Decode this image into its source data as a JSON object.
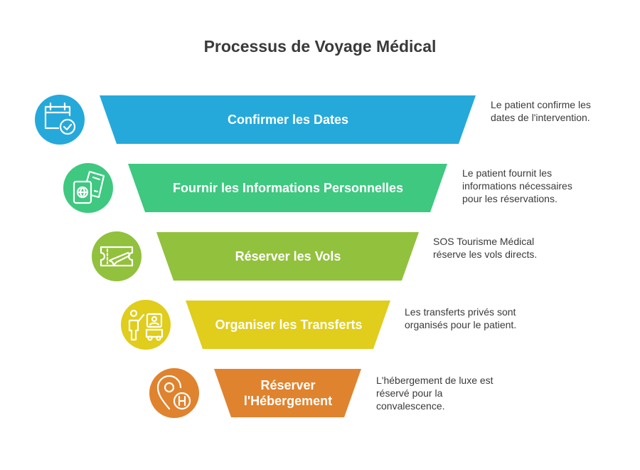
{
  "title": "Processus de Voyage Médical",
  "stages": [
    {
      "label": "Confirmer les Dates",
      "description": "Le patient confirme les dates de l'intervention.",
      "color": "#25a9da",
      "icon": "calendar-check-icon"
    },
    {
      "label": "Fournir les Informations Personnelles",
      "description": "Le patient fournit les informations nécessaires pour les réservations.",
      "color": "#3ec880",
      "icon": "passport-ticket-icon"
    },
    {
      "label": "Réserver les Vols",
      "description": "SOS Tourisme Médical réserve les vols directs.",
      "color": "#92c13d",
      "icon": "plane-ticket-icon"
    },
    {
      "label": "Organiser les Transferts",
      "description": "Les transferts privés sont organisés pour le patient.",
      "color": "#e0cd1c",
      "icon": "driver-car-icon"
    },
    {
      "label": "Réserver l'Hébergement",
      "description": "L'hébergement de luxe est réservé pour la convalescence.",
      "color": "#e0832e",
      "icon": "hotel-location-icon"
    }
  ]
}
